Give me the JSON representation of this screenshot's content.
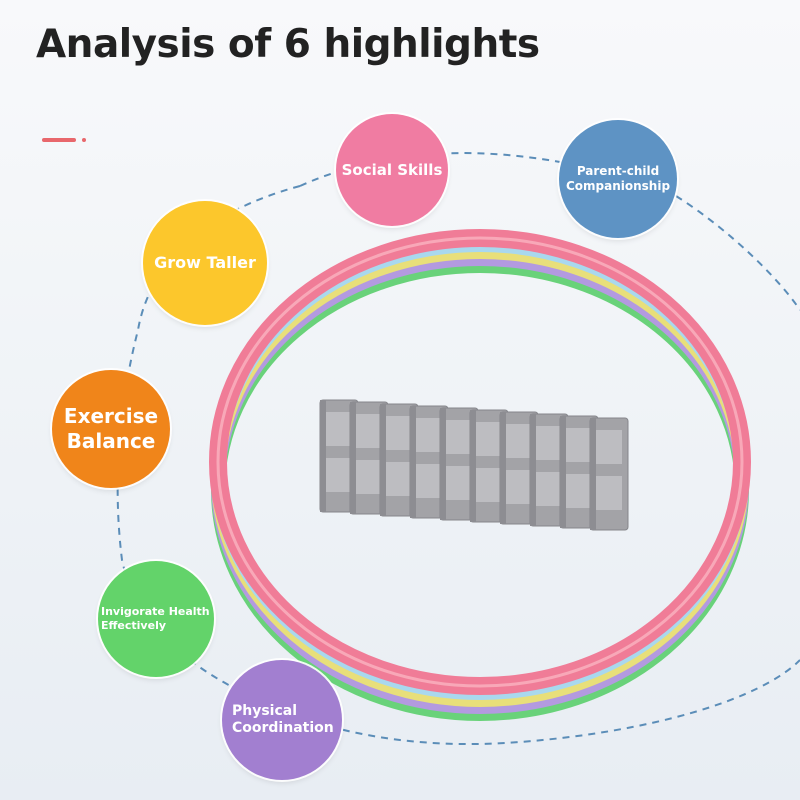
{
  "title": "Analysis of 6 highlights",
  "colors": {
    "accent": "#e8676c",
    "pink": "#f07ca2",
    "blue": "#5e93c4",
    "yellow": "#fcc72c",
    "orange": "#f0851a",
    "green": "#63d36a",
    "purple": "#a27fd0",
    "hoop_pink": "#f07c97",
    "brick_gray": "#9e9ea2"
  },
  "highlights": [
    {
      "label": "Social Skills",
      "color": "pink"
    },
    {
      "label": "Parent-child Companionship",
      "color": "blue"
    },
    {
      "label": "Grow Taller",
      "color": "yellow"
    },
    {
      "label": "Exercise Balance",
      "color": "orange"
    },
    {
      "label": "Invigorate Health Effectively",
      "color": "green"
    },
    {
      "label": "Physical Coordination",
      "color": "purple"
    }
  ],
  "product": {
    "hoops": [
      "pink",
      "blue",
      "yellow",
      "purple",
      "green"
    ],
    "connector_count": 10
  }
}
